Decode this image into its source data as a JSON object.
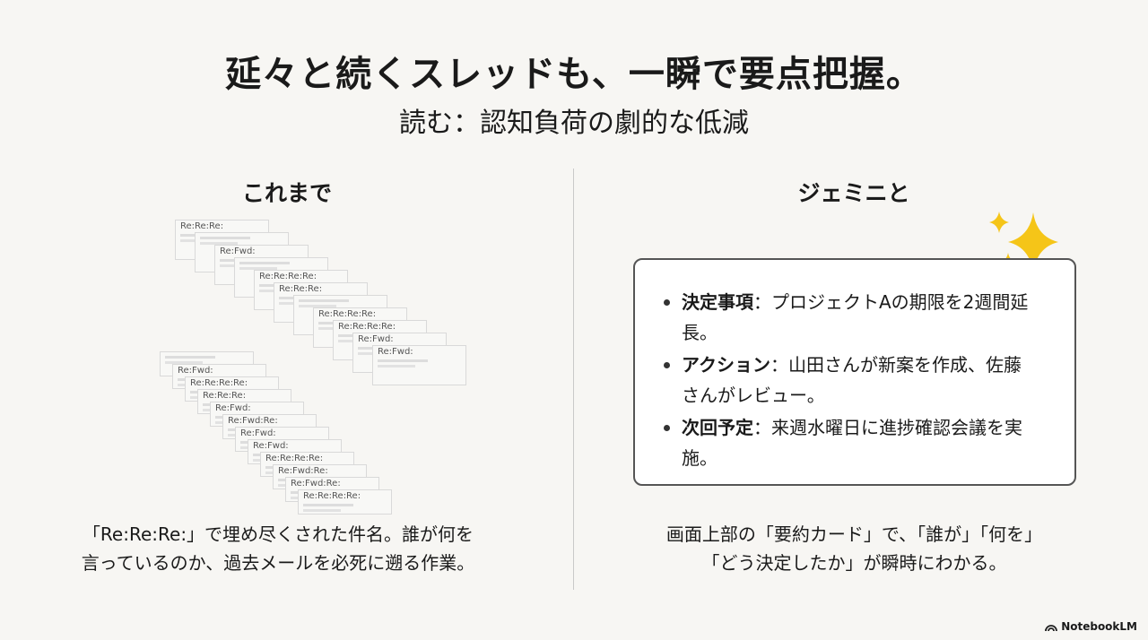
{
  "title": "延々と続くスレッドも、一瞬で要点把握。",
  "subtitle": "読む：認知負荷の劇的な低減",
  "left": {
    "heading": "これまで",
    "email_subjects": [
      "Re:Re:Re:",
      "",
      "Re:Fwd:",
      "",
      "Re:Re:Re:Re:",
      "Re:Re:Re:",
      "",
      "Re:Re:Re:Re:",
      "Re:Re:Re:Re:",
      "Re:Fwd:",
      "Re:Fwd:",
      "",
      "Re:Fwd:",
      "Re:Re:Re:Re:",
      "Re:Re:Re:",
      "Re:Fwd:",
      "Re:Fwd:Re:",
      "Re:Fwd:",
      "Re:Fwd:",
      "Re:Re:Re:Re:",
      "Re:Fwd:Re:",
      "Re:Fwd:Re:",
      "Re:Re:Re:Re:"
    ],
    "caption_line1": "「Re:Re:Re:」で埋め尽くされた件名。誰が何を",
    "caption_line2": "言っているのか、過去メールを必死に遡る作業。"
  },
  "right": {
    "heading": "ジェミニと",
    "sparkle_icon": "sparkle-icon",
    "items": [
      {
        "label": "決定事項",
        "text": "：プロジェクトAの期限を2週間延長。"
      },
      {
        "label": "アクション",
        "text": "：山田さんが新案を作成、佐藤さんがレビュー。"
      },
      {
        "label": "次回予定",
        "text": "：来週水曜日に進捗確認会議を実施。"
      }
    ],
    "caption_line1": "画面上部の「要約カード」で、「誰が」「何を」",
    "caption_line2": "「どう決定したか」が瞬時にわかる。"
  },
  "brand": "NotebookLM",
  "colors": {
    "background": "#f7f6f3",
    "sparkle": "#f5c518",
    "border": "#555555"
  }
}
